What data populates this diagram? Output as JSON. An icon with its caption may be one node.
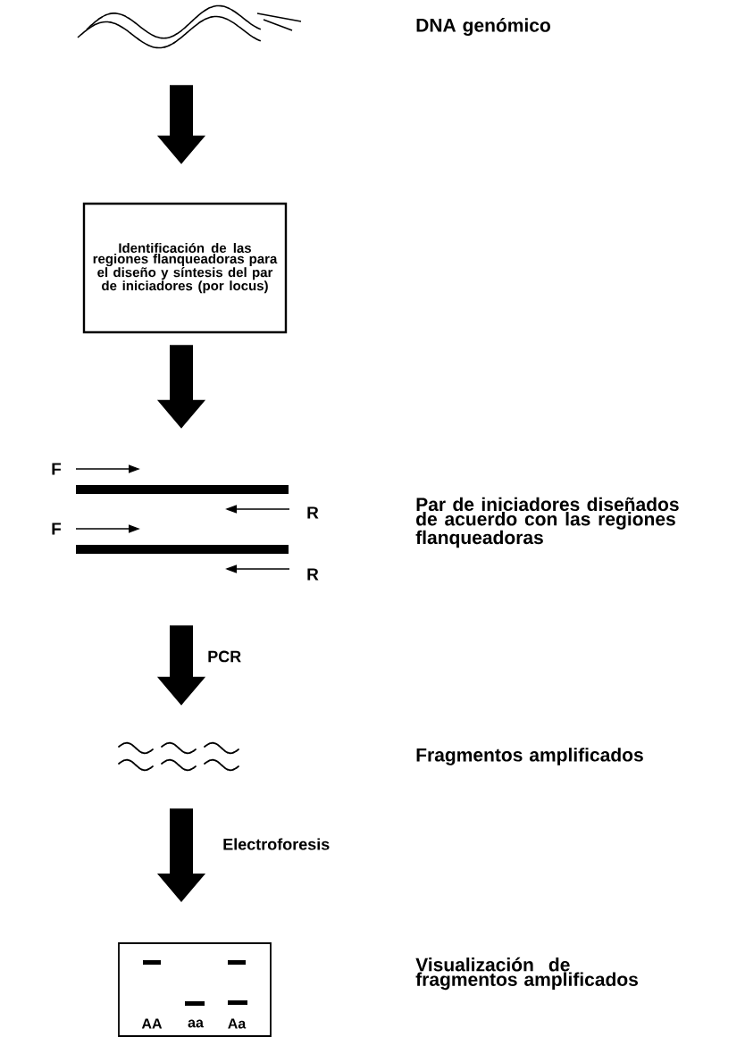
{
  "diagram": {
    "nodes": [
      {
        "text": [],
        "shape": "picture"
      },
      {
        "text": [
          "Identificación de las regiones flanqueadoras para el diseño y síntesis del par de iniciadores (por locus)"
        ]
      },
      {
        "text": [],
        "shape": "picture"
      },
      {
        "text": [],
        "shape": "picture"
      },
      {
        "text": [
          "AA",
          "aa",
          "Aa"
        ]
      }
    ],
    "edges": [
      {
        "from": 0,
        "to": 1,
        "arrow": "to"
      },
      {
        "from": 1,
        "to": 2,
        "arrow": "to"
      },
      {
        "from": 2,
        "to": 3,
        "arrow": "to",
        "label": "PCR"
      },
      {
        "from": 3,
        "to": 4,
        "arrow": "to",
        "label": "Electroforesis"
      }
    ],
    "labels": [
      "DNA genómico",
      "F",
      "R",
      "F",
      "R",
      "Par de iniciadores diseñados de acuerdo con las regiones flanqueadoras",
      "Fragmentos amplificados",
      "Visualización de fragmentos amplificados"
    ]
  }
}
